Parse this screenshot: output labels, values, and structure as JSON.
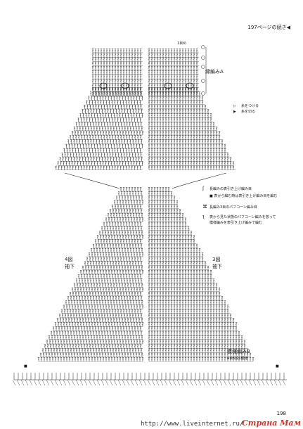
{
  "header": {
    "continuation": "197ページの続き◀"
  },
  "labels": {
    "round1": "1目め",
    "edging_a": "縁編みA",
    "fig4": "4図",
    "fig4_sub": "袖下",
    "fig3": "3図",
    "fig3_sub": "袖下",
    "pattern_b": "模様編みB",
    "pattern_b_sub": "4目6段1模様",
    "left_top_marker": "■",
    "right_top_marker": "■"
  },
  "legend": {
    "items": [
      {
        "symbol": "▷",
        "text": "糸をつける"
      },
      {
        "symbol": "▶",
        "text": "糸を切る"
      }
    ],
    "notes": [
      {
        "symbol": "ʃ",
        "text": "長編みの表引き上げ編み目"
      },
      {
        "symbol": "",
        "text": "■ 表から編む時は表引き上げ編み目を編む"
      },
      {
        "symbol": "⌘",
        "text": "長編み3目のパフコーン編み目"
      },
      {
        "symbol": "ʅ",
        "text": "表から見た状態のパフコーン編みを放って"
      },
      {
        "symbol": "",
        "text": "模様編みを表引き上げ編みで編む"
      }
    ]
  },
  "footer": {
    "page_number": "198",
    "watermark": "http://www.liveinternet.ru/",
    "brand": "Страна Мам"
  },
  "colors": {
    "ink": "#1a1a1a",
    "brand": "#c0392b"
  }
}
